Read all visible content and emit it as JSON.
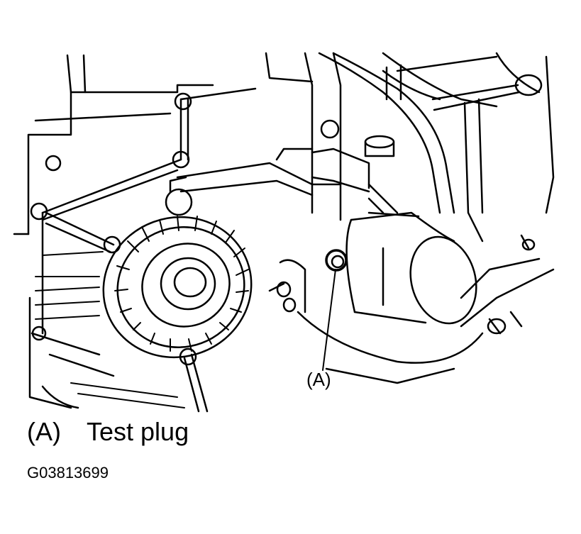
{
  "callout": {
    "label": "(A)"
  },
  "legend": [
    {
      "key": "(A)",
      "text": "Test plug"
    }
  ],
  "figure_id": "G03813699"
}
